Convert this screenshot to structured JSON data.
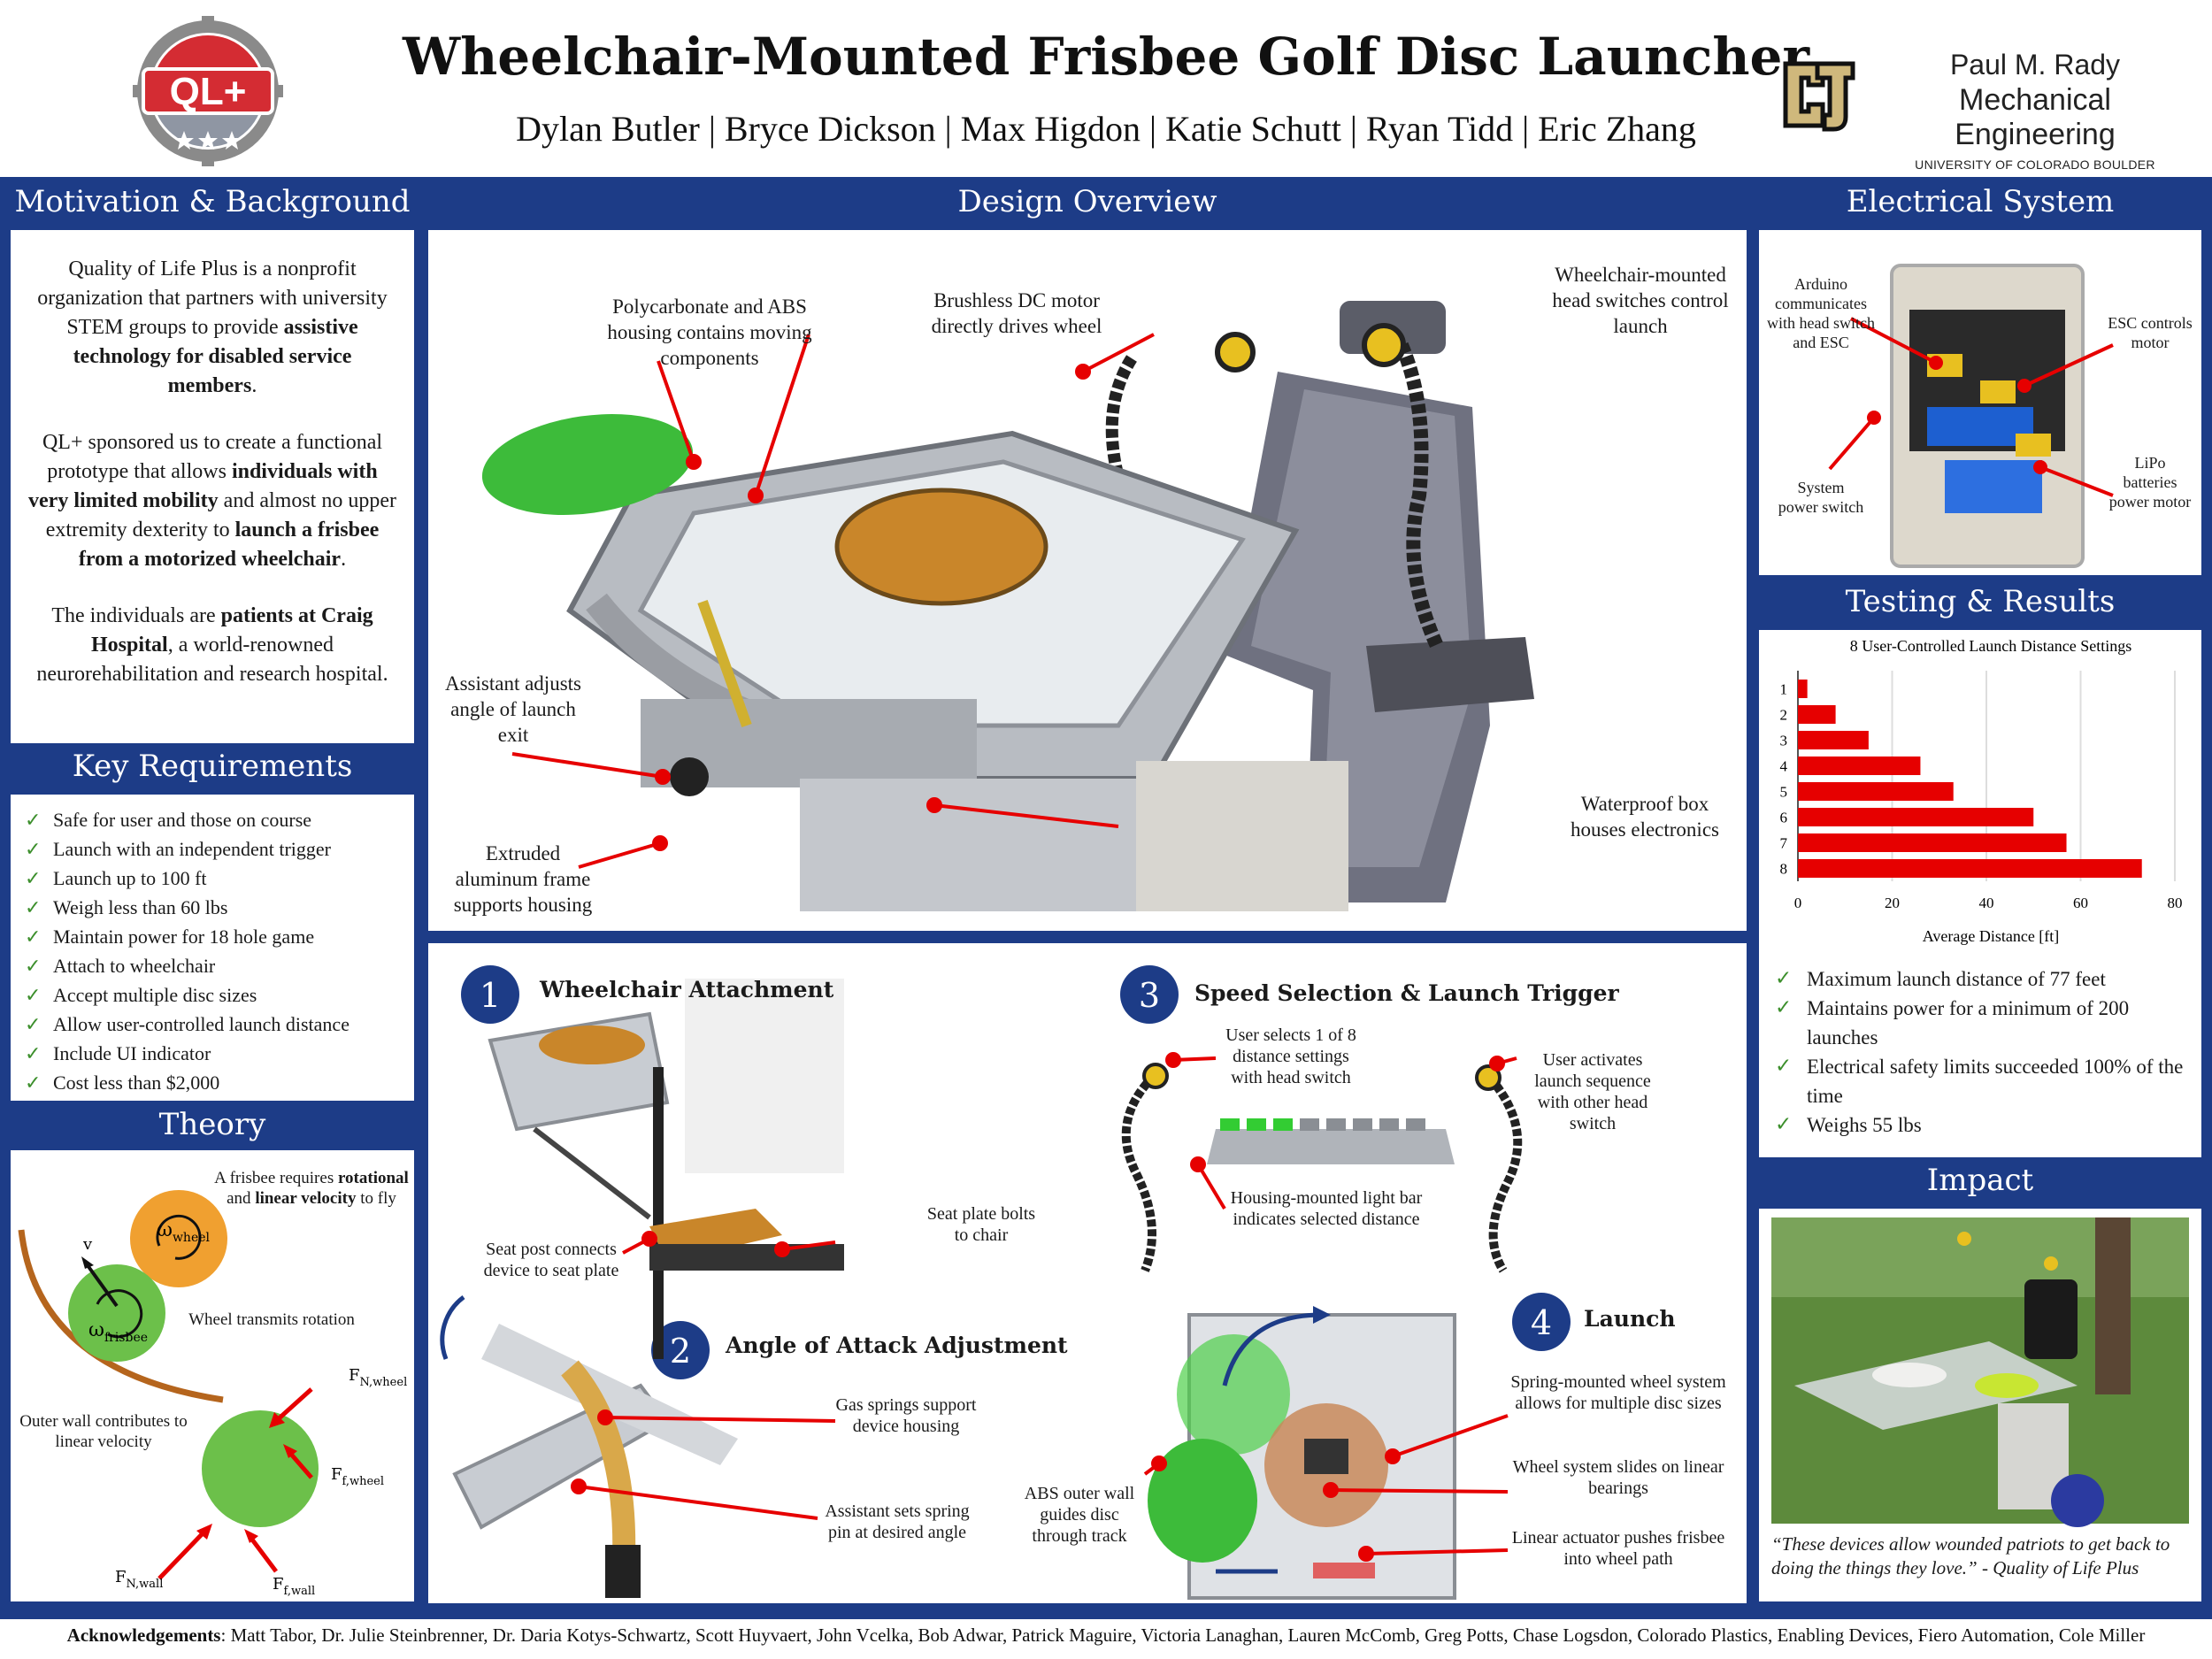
{
  "header": {
    "title": "Wheelchair-Mounted Frisbee Golf Disc Launcher",
    "authors": "Dylan Butler | Bryce Dickson | Max Higdon | Katie Schutt | Ryan Tidd | Eric Zhang",
    "ql_logo_text": "QL+",
    "dept_line1": "Paul M. Rady",
    "dept_line2": "Mechanical Engineering",
    "dept_line3": "UNIVERSITY OF COLORADO BOULDER"
  },
  "sections": {
    "motivation": "Motivation & Background",
    "design": "Design Overview",
    "electrical": "Electrical System",
    "requirements": "Key Requirements",
    "testing": "Testing & Results",
    "theory": "Theory",
    "impact": "Impact"
  },
  "motivation": {
    "p1_a": "Quality of Life Plus is a nonprofit organization that partners with university STEM groups to provide ",
    "p1_b": "assistive technology for disabled service members",
    "p1_c": ".",
    "p2_a": "QL+ sponsored us to create a functional prototype that allows ",
    "p2_b": "individuals with very limited mobility",
    "p2_c": " and almost no upper extremity dexterity to ",
    "p2_d": "launch a frisbee from a motorized wheelchair",
    "p2_e": ".",
    "p3_a": "The individuals are ",
    "p3_b": "patients at Craig Hospital",
    "p3_c": ", a world-renowned neurorehabilitation and research hospital."
  },
  "requirements": [
    "Safe for user and those on course",
    "Launch with an independent trigger",
    "Launch up to 100 ft",
    "Weigh less than 60 lbs",
    "Maintain power for 18 hole game",
    "Attach to wheelchair",
    "Accept multiple disc sizes",
    "Allow user-controlled launch distance",
    "Include UI indicator",
    "Cost less than $2,000"
  ],
  "theory": {
    "t1_a": "A frisbee requires ",
    "t1_b": "rotational",
    "t1_c": " and ",
    "t1_d": "linear velocity",
    "t1_e": " to fly",
    "wheel_transmits": "Wheel transmits rotation",
    "outer_wall": "Outer wall contributes to linear velocity",
    "v": "v",
    "omega_wheel": "ω",
    "omega_wheel_sub": "wheel",
    "omega_frisbee": "ω",
    "omega_frisbee_sub": "frisbee",
    "fn_wheel": "F",
    "fn_wheel_sub": "N,wheel",
    "ff_wheel": "F",
    "ff_wheel_sub": "f,wheel",
    "fn_wall": "F",
    "fn_wall_sub": "N,wall",
    "ff_wall": "F",
    "ff_wall_sub": "f,wall"
  },
  "design": {
    "poly": "Polycarbonate and ABS housing contains moving components",
    "motor": "Brushless DC motor directly drives wheel",
    "head": "Wheelchair-mounted head switches control launch",
    "assistant": "Assistant adjusts angle of launch exit",
    "frame": "Extruded aluminum frame supports housing",
    "waterproof": "Waterproof box houses electronics"
  },
  "subs": {
    "n1": "1",
    "s1": "Wheelchair Attachment",
    "seat_post": "Seat post connects device to seat plate",
    "seat_plate": "Seat plate bolts to chair",
    "n2": "2",
    "s2": "Angle of Attack Adjustment",
    "gas": "Gas springs support device housing",
    "spring_pin": "Assistant sets spring pin at desired angle",
    "n3": "3",
    "s3": "Speed Selection & Launch Trigger",
    "user_selects": "User selects 1 of 8 distance settings with head switch",
    "user_activates": "User activates launch sequence with other head switch",
    "light_bar": "Housing-mounted light bar indicates selected distance",
    "n4": "4",
    "s4": "Launch",
    "spring_wheel": "Spring-mounted wheel system allows for multiple disc sizes",
    "slides": "Wheel system slides on linear bearings",
    "actuator": "Linear actuator pushes frisbee into wheel path",
    "abs_wall": "ABS outer wall guides disc through track"
  },
  "electrical": {
    "arduino": "Arduino communicates with head switch and ESC",
    "esc": "ESC controls motor",
    "power": "System power switch",
    "lipo": "LiPo batteries power motor"
  },
  "chart_data": {
    "type": "bar",
    "orientation": "horizontal",
    "title": "8 User-Controlled Launch Distance Settings",
    "xlabel": "Average Distance [ft]",
    "ylabel": "",
    "categories": [
      "1",
      "2",
      "3",
      "4",
      "5",
      "6",
      "7",
      "8"
    ],
    "values": [
      2,
      8,
      15,
      26,
      33,
      50,
      57,
      73
    ],
    "xlim": [
      0,
      80
    ],
    "xticks": [
      "0",
      "20",
      "40",
      "60",
      "80"
    ],
    "color": "#e60000",
    "grid": true
  },
  "results": [
    "Maximum launch distance of 77 feet",
    "Maintains power for a minimum of 200 launches",
    "Electrical safety limits succeeded 100% of the time",
    "Weighs 55 lbs"
  ],
  "impact": {
    "quote": "“These devices allow wounded patriots to get back to doing the things they love.” - Quality of Life Plus"
  },
  "ack": {
    "label": "Acknowledgements",
    "text": ": Matt Tabor, Dr. Julie Steinbrenner, Dr. Daria Kotys-Schwartz, Scott Huyvaert, John Vcelka, Bob Adwar, Patrick Maguire, Victoria Lanaghan, Lauren McComb, Greg Potts, Chase Logsdon, Colorado Plastics, Enabling Devices, Fiero Automation, Cole Miller"
  },
  "colors": {
    "frame_blue": "#1d3c87",
    "accent_red": "#e60000",
    "check_green": "#3c8f2c",
    "cu_gold": "#cfb87c"
  }
}
